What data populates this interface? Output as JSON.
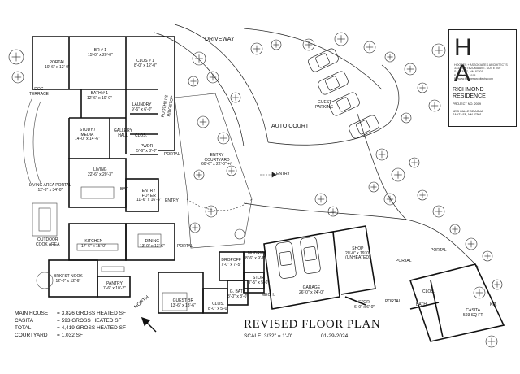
{
  "firm": {
    "logo": "H A",
    "name": "HOOPES + ASSOCIATES ARCHITECTS",
    "address_1": "333 MONTEZUMA AVE. SUITE 200",
    "address_2": "SANTA FE, NM 87501",
    "phone": "P: 505.988.1918",
    "web": "E: www.hoopesarchitects.com"
  },
  "project": {
    "title_1": "RICHMOND",
    "title_2": "RESIDENCE",
    "number": "PROJECT NO. 2009",
    "address_1": "1215 CALLE DE AGUA",
    "address_2": "SANTA FE, NM 87501"
  },
  "drawing": {
    "title": "REVISED FLOOR PLAN",
    "scale": "SCALE: 3/32\" = 1'-0\"",
    "date": "01-29-2024",
    "north": "NORTH"
  },
  "areas": [
    {
      "label": "MAIN HOUSE",
      "value": "= 3,826 GROSS HEATED SF"
    },
    {
      "label": "CASITA",
      "value": "= 593 GROSS HEATED SF"
    },
    {
      "label": "TOTAL",
      "value": "= 4,419 GROSS HEATED SF"
    },
    {
      "label": "COURTYARD",
      "value": "= 1,032 SF"
    }
  ],
  "site": {
    "driveway": "DRIVEWAY",
    "auto_court": "AUTO COURT",
    "guest_parking_1": "GUEST",
    "guest_parking_2": "PARKING",
    "entry_1": "ENTRY",
    "entry_2": "ENTRY",
    "foothills_1": "FOOTHILLS",
    "foothills_2": "RIDGETOP"
  },
  "rooms": {
    "portal_nw": {
      "name": "PORTAL",
      "dim": "10'-6\" x 12'-0\""
    },
    "br1": {
      "name": "BR # 1",
      "dim": "15'-0\" x 20'-0\""
    },
    "clos1": {
      "name": "CLOS # 1",
      "dim": "8'-0\" x 12'-0\""
    },
    "dog_terrace_1": "DOG",
    "dog_terrace_2": "TERRACE",
    "bath1": {
      "name": "BATH # 1",
      "dim": "12'-6\" x 10'-0\""
    },
    "laundry": {
      "name": "LAUNDRY",
      "dim": "9'-6\" x 6'-0\""
    },
    "study": {
      "name": "STUDY /",
      "name2": "MEDIA",
      "dim": "14'-0\" x 14'-6\""
    },
    "gallery": {
      "name": "GALLERY",
      "name2": "HALL"
    },
    "clos_small": "CLOS.",
    "pwdr": {
      "name": "PWDR",
      "dim": "5'-6\" x 8'-0\""
    },
    "portal_mid": "PORTAL",
    "living": {
      "name": "LIVING",
      "dim": "22'-6\" x 20'-3\""
    },
    "entry_foyer": {
      "name": "ENTRY",
      "name2": "FOYER",
      "dim": "11'-6\" x 16'-6\""
    },
    "living_portal": {
      "name": "LIVING AREA PORTAL",
      "dim": "12'-6\" x 34'-0\""
    },
    "bar": "BAR",
    "entry_courtyard": {
      "name": "ENTRY",
      "name2": "COURTYARD",
      "dim": "60'-6\" x 22'-0\" +/-"
    },
    "outdoor_cook": {
      "name": "OUTDOOR",
      "name2": "COOK AREA"
    },
    "kitchen": {
      "name": "KITCHEN",
      "dim": "17'-6\" x 15'-0\""
    },
    "dining": {
      "name": "DINING",
      "dim": "13'-0\" x 13'-6\""
    },
    "portal_south": "PORTAL",
    "brkfst": {
      "name": "BRKFST NOOK",
      "dim": "12'-0\" x 12'-6\""
    },
    "pantry": {
      "name": "PANTRY",
      "dim": "7'-6\" x 10'-2\""
    },
    "guest_br": {
      "name": "GUEST BR",
      "dim": "13'-6\" x 13'-6\""
    },
    "clos_guest": {
      "name": "CLOS.",
      "dim": "8'-0\" x 5'-0\""
    },
    "g_bath": {
      "name": "G. BATH",
      "dim": "8'-0\" x 8'-0\""
    },
    "dropoff": {
      "name": "DROPOFF",
      "dim": "7'-0\" x 7'-5\""
    },
    "mudrm": {
      "name": "MUDRM",
      "dim": "8'-6\" x 9'-6\""
    },
    "stor1": {
      "name": "STOR.",
      "dim": "7'-5\" x 5'-0\""
    },
    "mech": "MECH.",
    "garage": {
      "name": "GARAGE",
      "dim": "26'-0\" x 24'-0\""
    },
    "shop": {
      "name": "SHOP",
      "dim": "20'-0\" x 19'-0\"",
      "note": "(UNHEATED)"
    },
    "stor2": {
      "name": "STOR.",
      "dim": "6'-0\" x 6'-0\""
    },
    "portal_east": "PORTAL",
    "portal_garage": "PORTAL",
    "portal_casita": "PORTAL",
    "bath_casita": "BATH",
    "clos_casita": "CLOS.",
    "casita": {
      "name": "CASITA",
      "dim": "593 SQ FT"
    },
    "kit": "KIT."
  }
}
